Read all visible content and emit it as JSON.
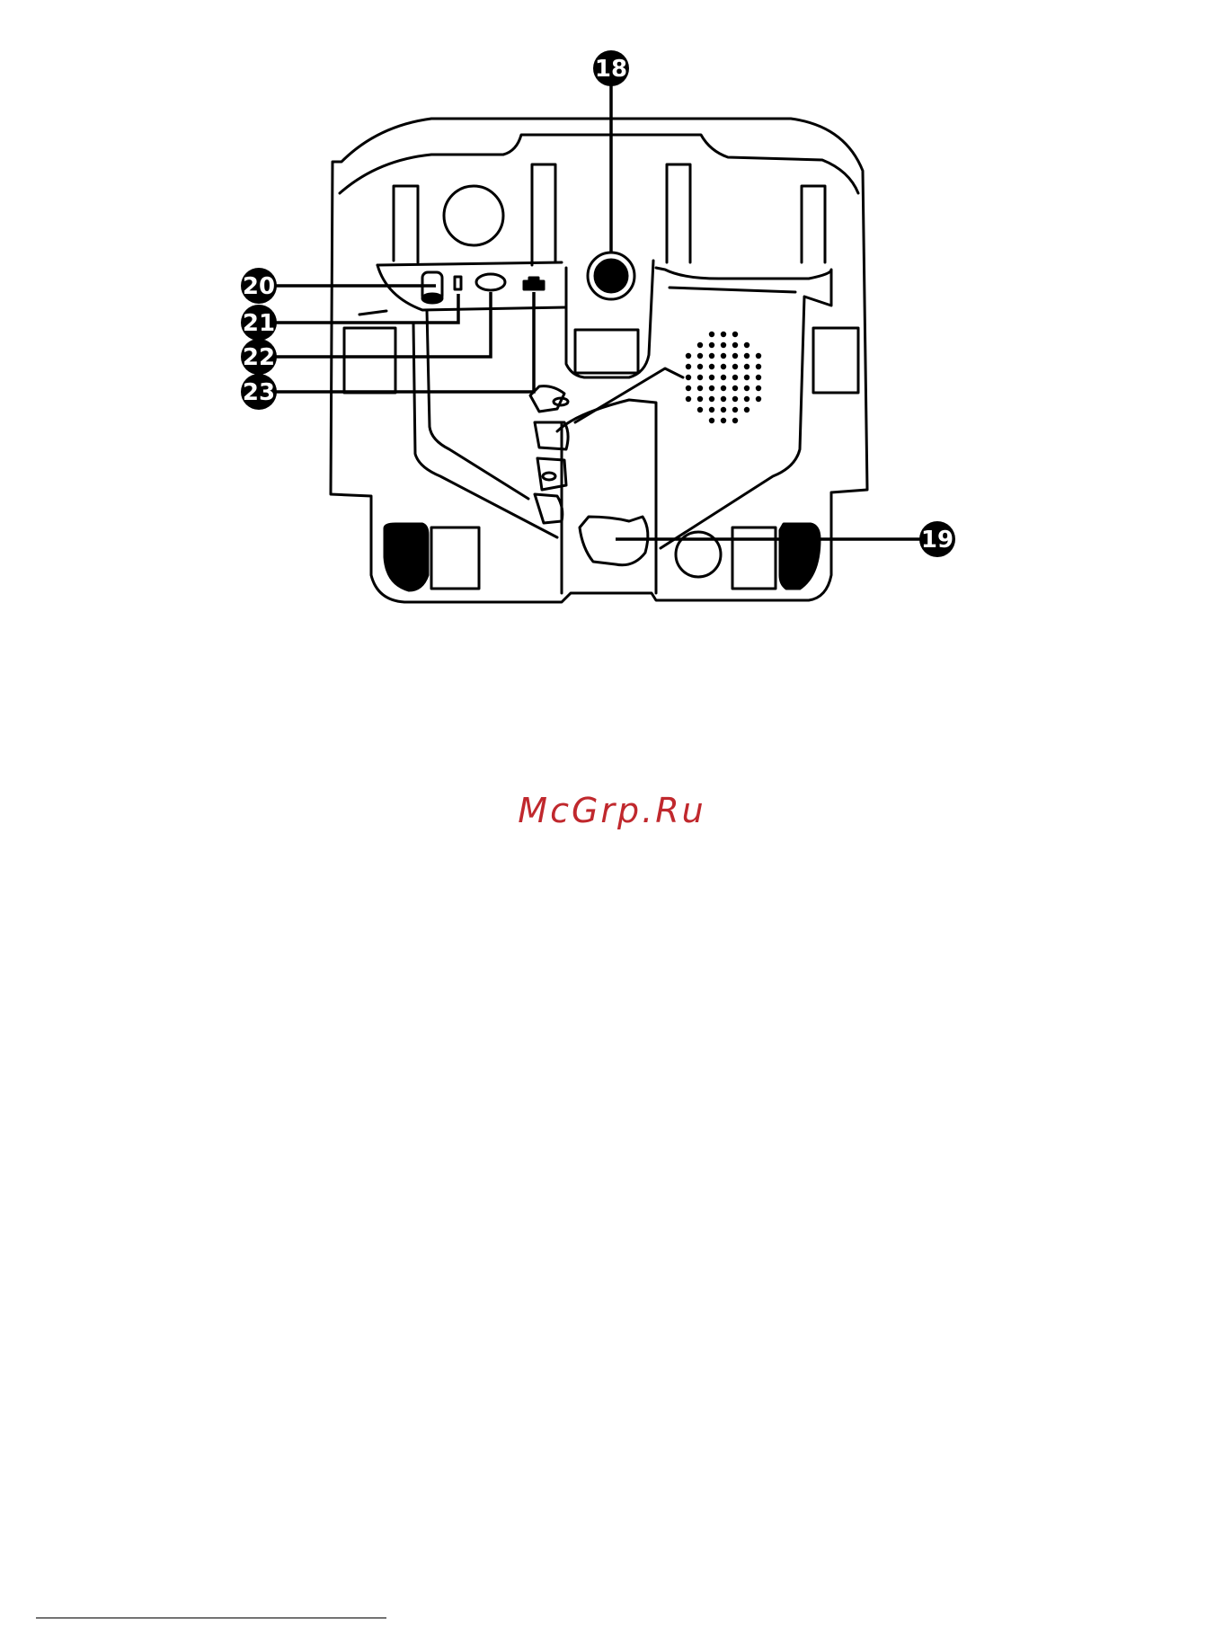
{
  "diagram": {
    "callouts": {
      "c18": "18",
      "c19": "19",
      "c20": "20",
      "c21": "21",
      "c22": "22",
      "c23": "23"
    },
    "line_color": "#000000",
    "fill_color": "#ffffff"
  },
  "watermark": {
    "text": "McGrp.Ru",
    "color": "#c0282d"
  }
}
